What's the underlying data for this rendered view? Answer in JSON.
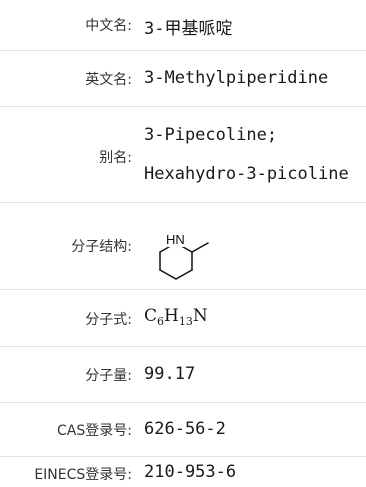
{
  "rows": [
    {
      "label": "中文名:",
      "value": "3-甲基哌啶"
    },
    {
      "label": "英文名:",
      "value": "3-Methylpiperidine"
    },
    {
      "label": "别名:",
      "value_lines": [
        "3-Pipecoline;",
        "Hexahydro-3-picoline"
      ]
    },
    {
      "label": "分子结构:",
      "structure_atom": "HN"
    },
    {
      "label": "分子式:",
      "formula": {
        "c": "C",
        "c_n": "6",
        "h": "H",
        "h_n": "13",
        "n": "N"
      }
    },
    {
      "label": "分子量:",
      "value": "99.17"
    },
    {
      "label": "CAS登录号:",
      "value": "626-56-2"
    },
    {
      "label": "EINECS登录号:",
      "value": "210-953-6"
    }
  ]
}
